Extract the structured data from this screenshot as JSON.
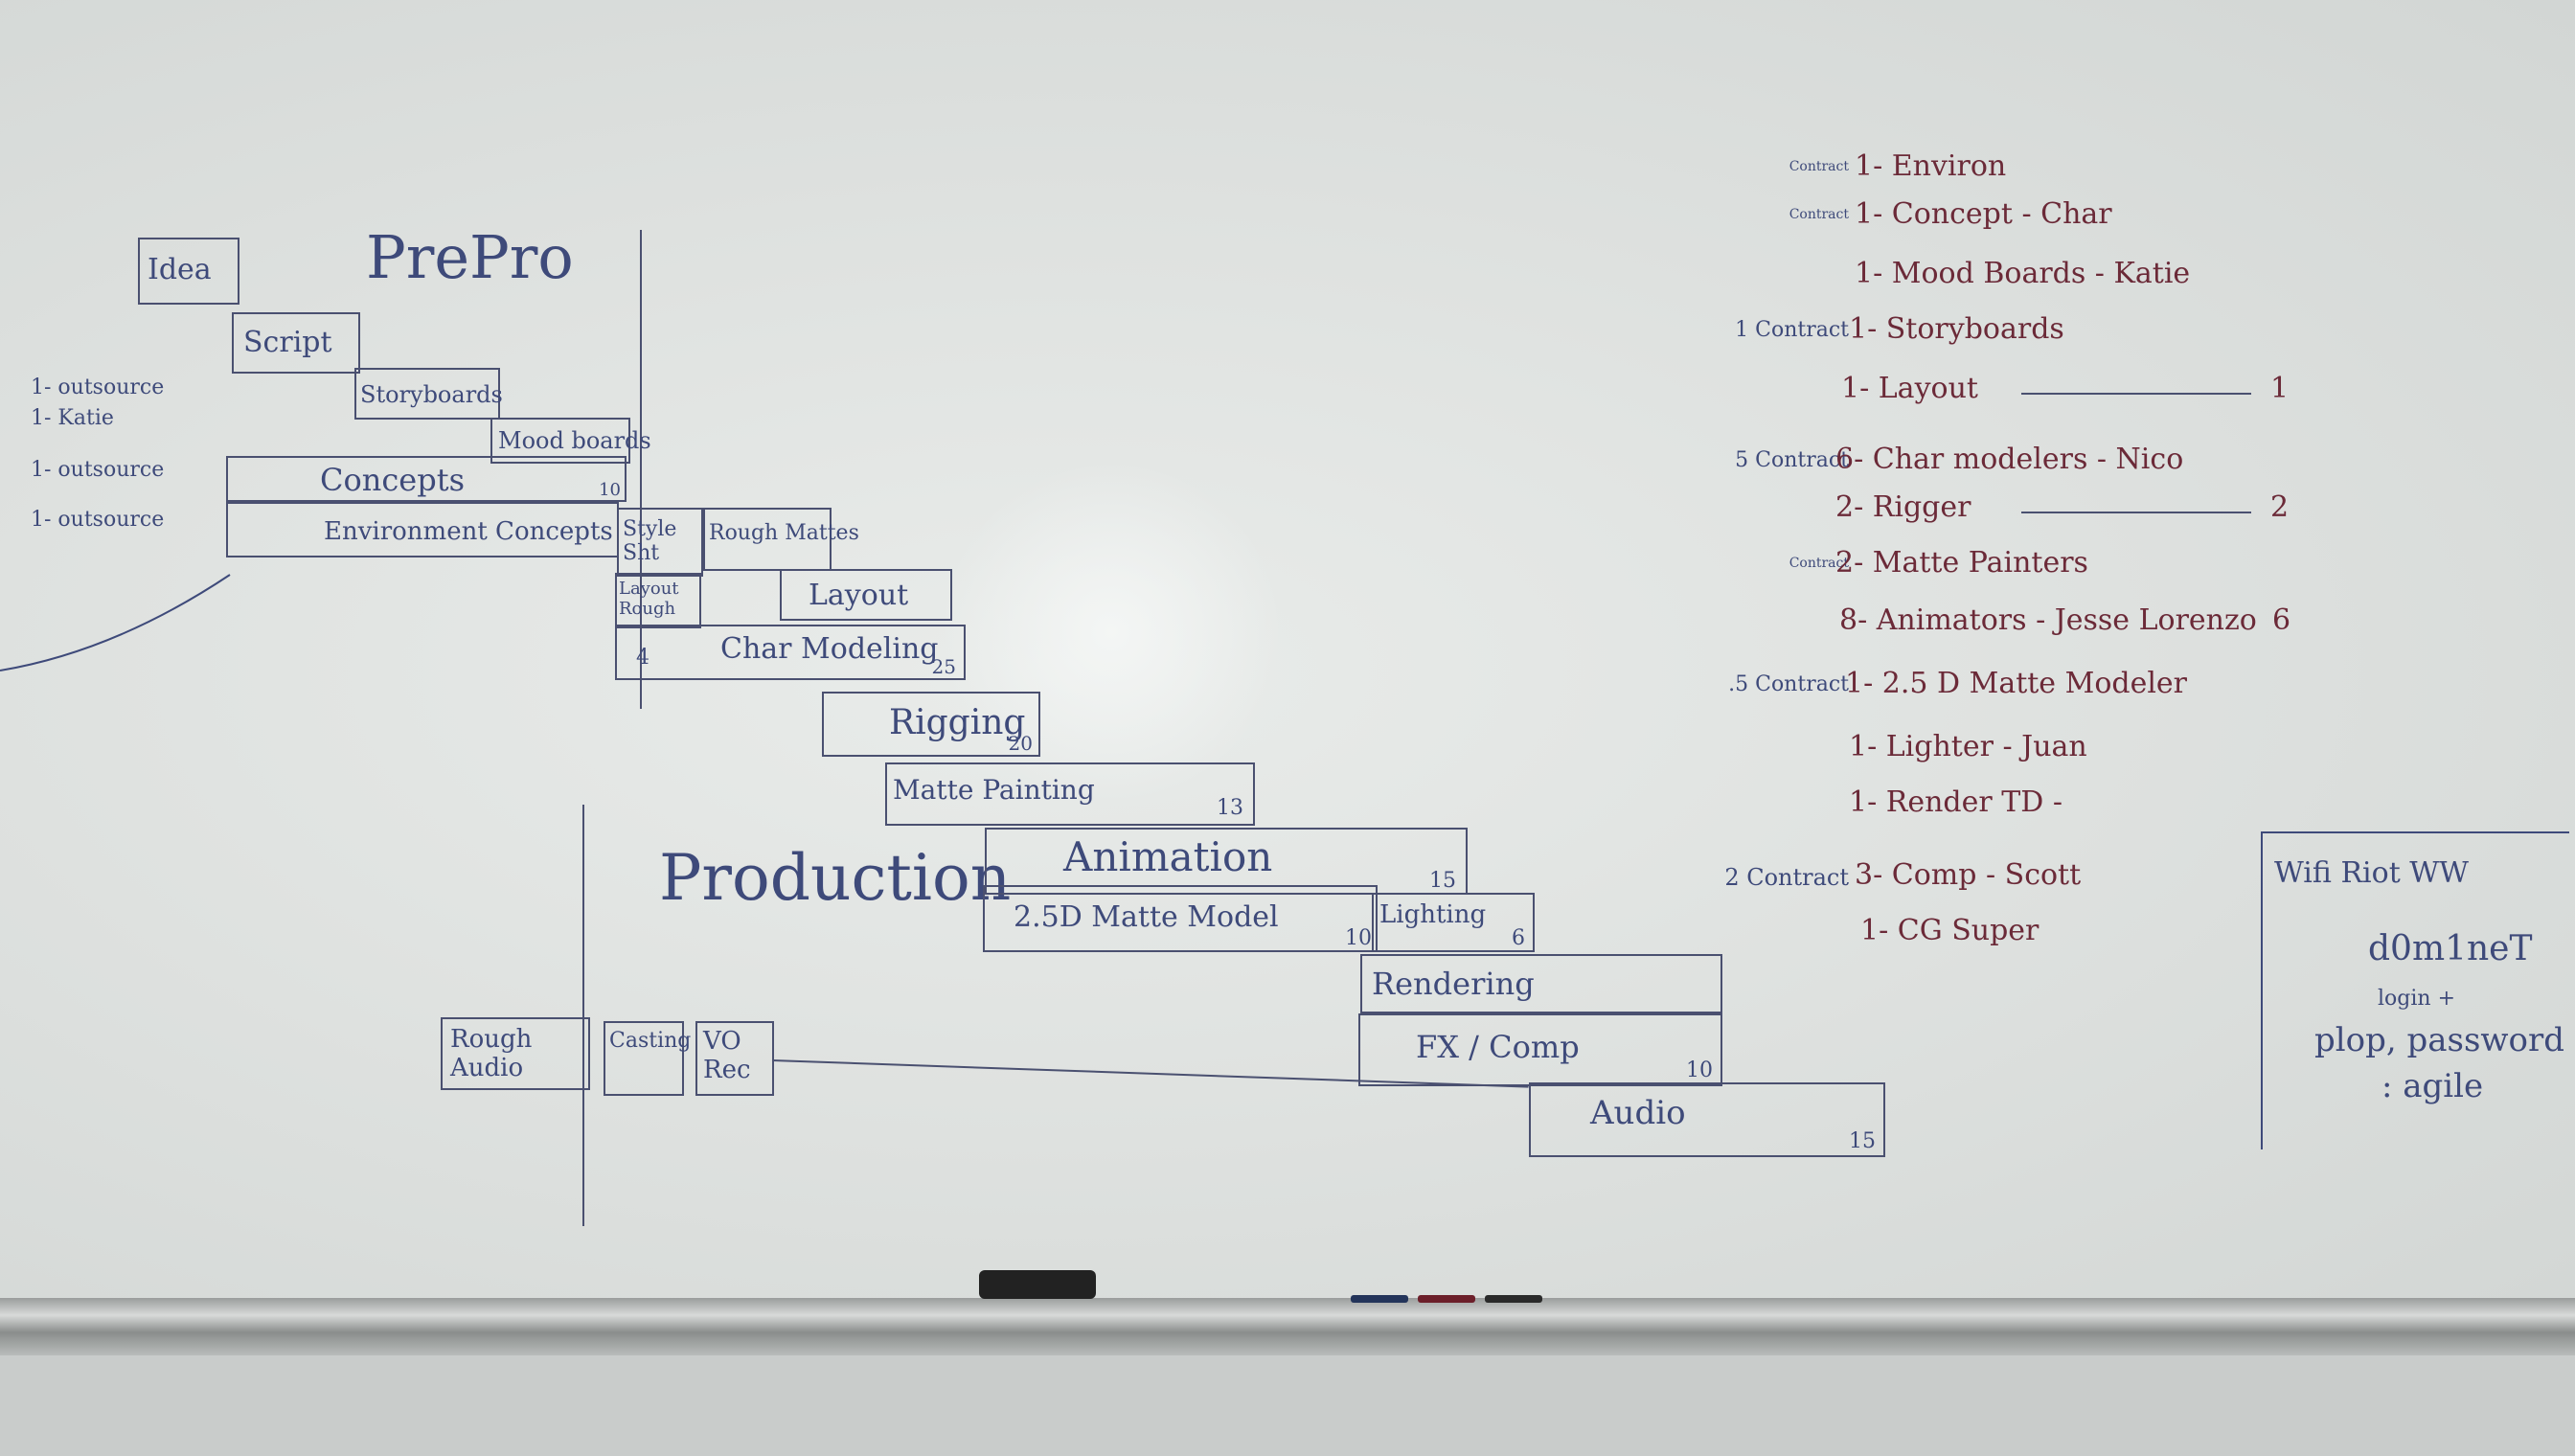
{
  "prepro_title": "PrePro",
  "production_title": "Production",
  "left_notes": [
    "1- outsource",
    "1- Katie",
    "1- outsource",
    "1- outsource"
  ],
  "tasks": {
    "idea": "Idea",
    "script": "Script",
    "storyboards": "Storyboards",
    "mood_boards": "Mood boards",
    "concepts": "Concepts",
    "concepts_end": "10",
    "environment_concepts": "Environment Concepts",
    "style_sheet": "Style Sht",
    "rough_mattes": "Rough Mattes",
    "layout_rough": "Layout Rough",
    "layout": "Layout",
    "char_modeling": "Char Modeling",
    "char_modeling_start": "4",
    "char_modeling_end": "25",
    "rigging": "Rigging",
    "rigging_end": "20",
    "matte_painting": "Matte Painting",
    "matte_painting_end": "13",
    "animation": "Animation",
    "animation_end": "15",
    "matte_model": "2.5D Matte Model",
    "matte_model_end": "10",
    "lighting": "Lighting",
    "lighting_end": "6",
    "rendering": "Rendering",
    "fx_comp": "FX / Comp",
    "fx_comp_end": "10",
    "audio": "Audio",
    "audio_end": "15",
    "rough_audio": "Rough Audio",
    "casting": "Casting",
    "vo_rec": "VO Rec"
  },
  "team": [
    {
      "note": "Contract",
      "role": "1- Environ",
      "right": ""
    },
    {
      "note": "Contract",
      "role": "1- Concept - Char",
      "right": ""
    },
    {
      "note": "",
      "role": "1- Mood Boards - Katie",
      "right": ""
    },
    {
      "note": "1 Contract",
      "role": "1- Storyboards",
      "right": ""
    },
    {
      "note": "",
      "role": "1- Layout",
      "right": "1"
    },
    {
      "note": "5 Contract",
      "role": "6- Char modelers - Nico",
      "right": ""
    },
    {
      "note": "",
      "role": "2- Rigger",
      "right": "2"
    },
    {
      "note": "Contract",
      "role": "2- Matte Painters",
      "right": ""
    },
    {
      "note": "",
      "role": "8- Animators - Jesse Lorenzo",
      "right": "6"
    },
    {
      "note": ".5 Contract",
      "role": "1- 2.5 D Matte Modeler",
      "right": ""
    },
    {
      "note": "",
      "role": "1- Lighter - Juan",
      "right": ""
    },
    {
      "note": "",
      "role": "1- Render TD -",
      "right": ""
    },
    {
      "note": "2 Contract",
      "role": "3- Comp - Scott",
      "right": ""
    },
    {
      "note": "",
      "role": "1- CG Super",
      "right": ""
    }
  ],
  "wifi": {
    "line1": "Wifi Riot WW",
    "line2": "d0m1neT",
    "line3": "login +",
    "line4": "plop, password",
    "line5": ": agile"
  }
}
